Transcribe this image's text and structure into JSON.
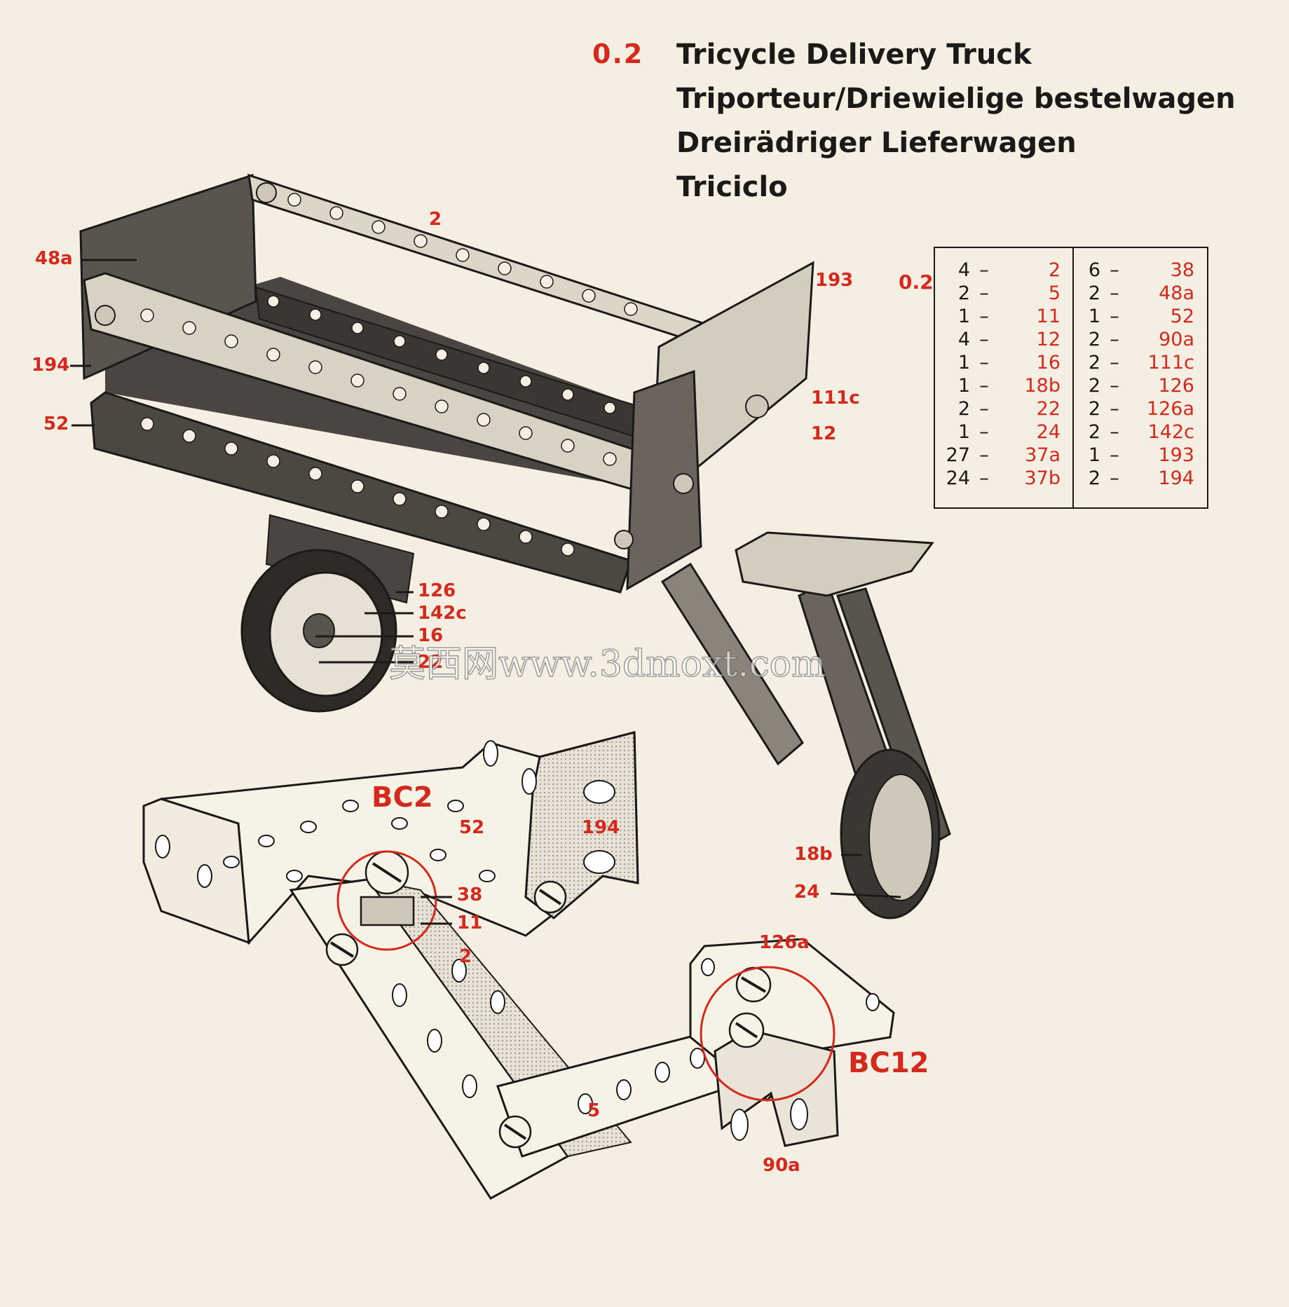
{
  "colors": {
    "accent": "#d42a1e",
    "ink": "#1c1a18",
    "paper": "#f4efe2",
    "metal_dark": "#3a3632",
    "metal_light": "#e6e1d4"
  },
  "header": {
    "model_number": "0.2",
    "titles": [
      "Tricycle Delivery Truck",
      "Triporteur/Driewielige bestelwagen",
      "Dreirädriger Lieferwagen",
      "Triciclo"
    ]
  },
  "parts_list": {
    "label": "0.2",
    "left": [
      {
        "qty": "4",
        "part": "2"
      },
      {
        "qty": "2",
        "part": "5"
      },
      {
        "qty": "1",
        "part": "11"
      },
      {
        "qty": "4",
        "part": "12"
      },
      {
        "qty": "1",
        "part": "16"
      },
      {
        "qty": "1",
        "part": "18b"
      },
      {
        "qty": "2",
        "part": "22"
      },
      {
        "qty": "1",
        "part": "24"
      },
      {
        "qty": "27",
        "part": "37a"
      },
      {
        "qty": "24",
        "part": "37b"
      }
    ],
    "right": [
      {
        "qty": "6",
        "part": "38"
      },
      {
        "qty": "2",
        "part": "48a"
      },
      {
        "qty": "1",
        "part": "52"
      },
      {
        "qty": "2",
        "part": "90a"
      },
      {
        "qty": "2",
        "part": "111c"
      },
      {
        "qty": "2",
        "part": "126"
      },
      {
        "qty": "2",
        "part": "126a"
      },
      {
        "qty": "2",
        "part": "142c"
      },
      {
        "qty": "1",
        "part": "193"
      },
      {
        "qty": "2",
        "part": "194"
      }
    ],
    "dash": "–"
  },
  "callouts": {
    "main": {
      "c_2": "2",
      "c_48a": "48a",
      "c_194": "194",
      "c_52": "52",
      "c_193": "193",
      "c_111c": "111c",
      "c_12": "12",
      "c_126": "126",
      "c_142c": "142c",
      "c_16": "16",
      "c_22": "22",
      "c_18b": "18b",
      "c_24": "24"
    },
    "detail": {
      "bc2": "BC2",
      "bc12": "BC12",
      "d_52": "52",
      "d_194": "194",
      "d_38": "38",
      "d_11": "11",
      "d_2": "2",
      "d_126a": "126a",
      "d_5": "5",
      "d_90a": "90a"
    }
  },
  "watermark": "莫西网www.3dmoxt.com"
}
